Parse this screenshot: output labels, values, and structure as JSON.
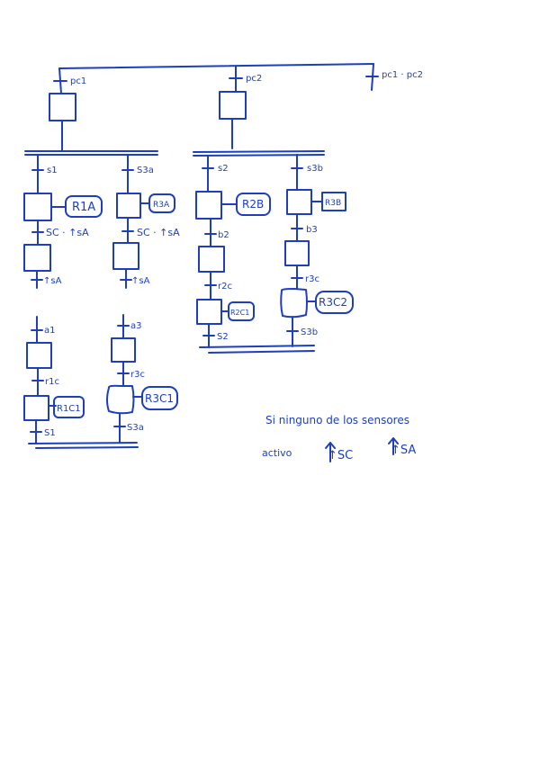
{
  "colors": {
    "ink": "#1d3fbf",
    "paper": "#ffffff"
  },
  "labels": {
    "pc1": "pc1",
    "pc2": "pc2",
    "pc1_pc2": "pc1 · pc2",
    "s1": "s1",
    "s3a": "S3a",
    "s2": "s2",
    "s3b": "s3b",
    "r1a": "R1A",
    "r3a": "R3A",
    "r2b": "R2B",
    "r3b": "R3B",
    "sc_sa_1": "SC · ↑sA",
    "sc_sa_2": "SC · ↑sA",
    "up_sa_1": "↑sA",
    "up_sa_2": "↑sA",
    "b2": "b2",
    "b3": "b3",
    "r2c": "r2c",
    "r3c_top": "r3c",
    "r2c1": "R2C1",
    "r3c2": "R3C2",
    "s2_end": "S2",
    "s3b_end": "S3b",
    "a1": "a1",
    "a3": "a3",
    "r1c": "r1c",
    "r3c_bottom": "r3c",
    "r1c1": "R1C1",
    "r3c1": "R3C1",
    "s1_end": "S1",
    "s3a_end": "S3a"
  },
  "note": {
    "line1": "Si ninguno de los sensores",
    "line2_word": "activo",
    "line2_sc": "↑SC",
    "line2_sa": "↑SA"
  }
}
